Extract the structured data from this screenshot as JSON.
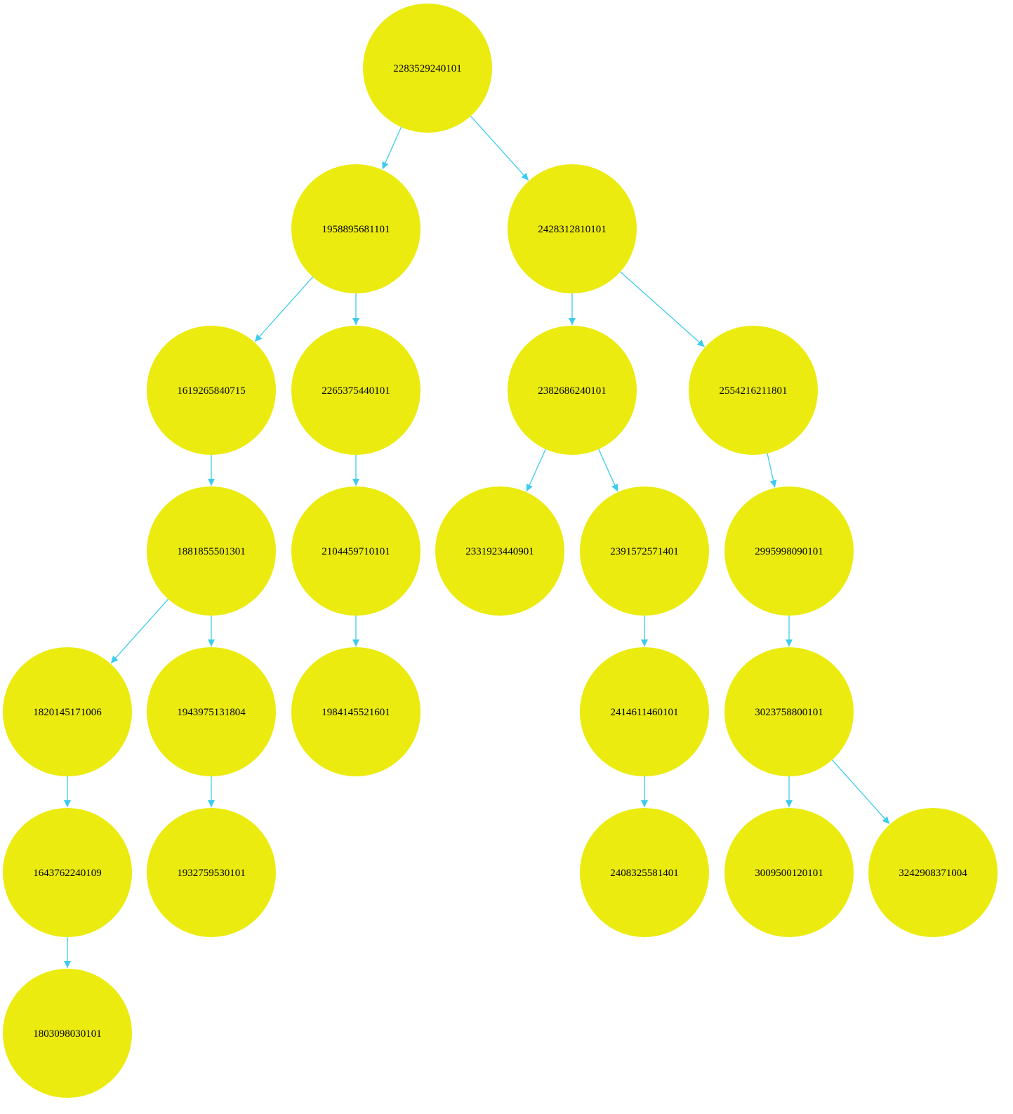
{
  "colors": {
    "node_fill": "#ebeb0f",
    "edge": "#3dcceb",
    "label": "#000000",
    "background": "#ffffff"
  },
  "nodes": [
    {
      "id": "n2283529240101",
      "label": "2283529240101"
    },
    {
      "id": "n1958895681101",
      "label": "1958895681101"
    },
    {
      "id": "n2428312810101",
      "label": "2428312810101"
    },
    {
      "id": "n1619265840715",
      "label": "1619265840715"
    },
    {
      "id": "n2265375440101",
      "label": "2265375440101"
    },
    {
      "id": "n2382686240101",
      "label": "2382686240101"
    },
    {
      "id": "n2554216211801",
      "label": "2554216211801"
    },
    {
      "id": "n1881855501301",
      "label": "1881855501301"
    },
    {
      "id": "n2104459710101",
      "label": "2104459710101"
    },
    {
      "id": "n2331923440901",
      "label": "2331923440901"
    },
    {
      "id": "n2391572571401",
      "label": "2391572571401"
    },
    {
      "id": "n2995998090101",
      "label": "2995998090101"
    },
    {
      "id": "n1820145171006",
      "label": "1820145171006"
    },
    {
      "id": "n1943975131804",
      "label": "1943975131804"
    },
    {
      "id": "n1984145521601",
      "label": "1984145521601"
    },
    {
      "id": "n2414611460101",
      "label": "2414611460101"
    },
    {
      "id": "n3023758800101",
      "label": "3023758800101"
    },
    {
      "id": "n1643762240109",
      "label": "1643762240109"
    },
    {
      "id": "n1932759530101",
      "label": "1932759530101"
    },
    {
      "id": "n2408325581401",
      "label": "2408325581401"
    },
    {
      "id": "n3009500120101",
      "label": "3009500120101"
    },
    {
      "id": "n3242908371004",
      "label": "3242908371004"
    },
    {
      "id": "n1803098030101",
      "label": "1803098030101"
    }
  ],
  "edges": [
    {
      "from": "n2283529240101",
      "to": "n1958895681101"
    },
    {
      "from": "n2283529240101",
      "to": "n2428312810101"
    },
    {
      "from": "n1958895681101",
      "to": "n1619265840715"
    },
    {
      "from": "n1958895681101",
      "to": "n2265375440101"
    },
    {
      "from": "n2428312810101",
      "to": "n2382686240101"
    },
    {
      "from": "n2428312810101",
      "to": "n2554216211801"
    },
    {
      "from": "n1619265840715",
      "to": "n1881855501301"
    },
    {
      "from": "n2265375440101",
      "to": "n2104459710101"
    },
    {
      "from": "n2382686240101",
      "to": "n2331923440901"
    },
    {
      "from": "n2382686240101",
      "to": "n2391572571401"
    },
    {
      "from": "n2554216211801",
      "to": "n2995998090101"
    },
    {
      "from": "n1881855501301",
      "to": "n1820145171006"
    },
    {
      "from": "n1881855501301",
      "to": "n1943975131804"
    },
    {
      "from": "n2104459710101",
      "to": "n1984145521601"
    },
    {
      "from": "n2391572571401",
      "to": "n2414611460101"
    },
    {
      "from": "n2995998090101",
      "to": "n3023758800101"
    },
    {
      "from": "n1820145171006",
      "to": "n1643762240109"
    },
    {
      "from": "n1943975131804",
      "to": "n1932759530101"
    },
    {
      "from": "n2414611460101",
      "to": "n2408325581401"
    },
    {
      "from": "n3023758800101",
      "to": "n3009500120101"
    },
    {
      "from": "n3023758800101",
      "to": "n3242908371004"
    },
    {
      "from": "n1643762240109",
      "to": "n1803098030101"
    }
  ]
}
